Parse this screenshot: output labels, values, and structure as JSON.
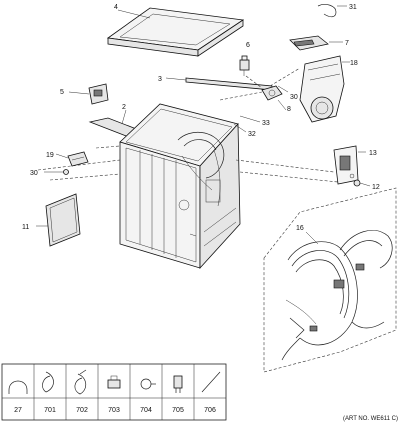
{
  "callouts": {
    "c4": "4",
    "c31": "31",
    "c6": "6",
    "c7": "7",
    "c3": "3",
    "c18": "18",
    "c5": "5",
    "c2": "2",
    "c8": "8",
    "c30a": "30",
    "c32": "32",
    "c33": "33",
    "c13": "13",
    "c12": "12",
    "c19": "19",
    "c30b": "30",
    "c11": "11",
    "c16": "16"
  },
  "legend": {
    "items": [
      {
        "label": "27",
        "icon": "hose-clamp-icon"
      },
      {
        "label": "701",
        "icon": "cable-tie-icon"
      },
      {
        "label": "702",
        "icon": "wire-clip-icon"
      },
      {
        "label": "703",
        "icon": "harness-clip-icon"
      },
      {
        "label": "704",
        "icon": "clip-icon"
      },
      {
        "label": "705",
        "icon": "connector-icon"
      },
      {
        "label": "706",
        "icon": "strap-icon"
      }
    ]
  },
  "art_number": "(ART NO. WE611 C)"
}
